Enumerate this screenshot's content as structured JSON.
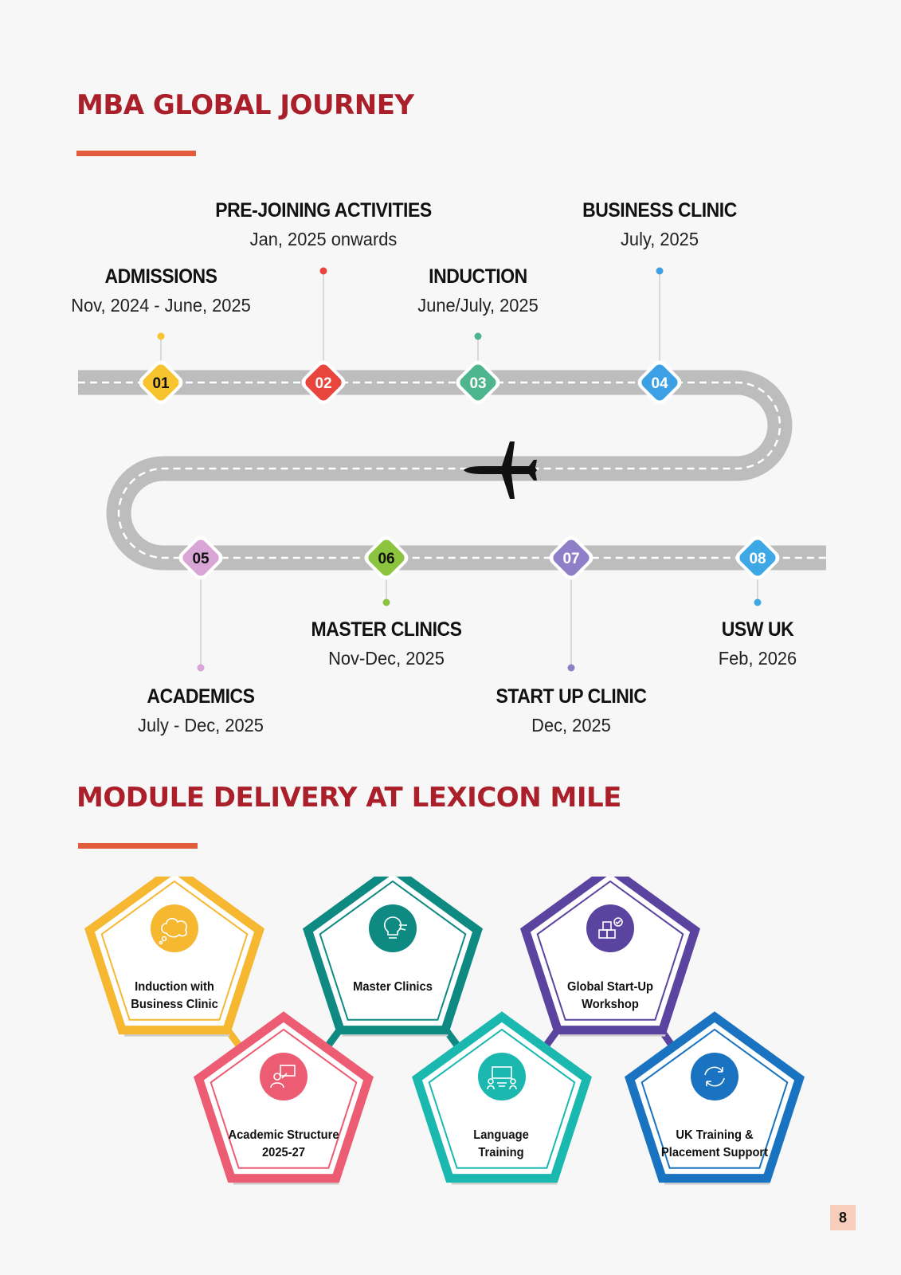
{
  "journey": {
    "title": "MBA GLOBAL JOURNEY",
    "milestones": [
      {
        "number": "01",
        "title": "ADMISSIONS",
        "date": "Nov, 2024 - June, 2025",
        "color": "#f7c32e"
      },
      {
        "number": "02",
        "title": "PRE-JOINING ACTIVITIES",
        "date": "Jan, 2025 onwards",
        "color": "#e8453c"
      },
      {
        "number": "03",
        "title": "INDUCTION",
        "date": "June/July, 2025",
        "color": "#4fb58e"
      },
      {
        "number": "04",
        "title": "BUSINESS CLINIC",
        "date": "July, 2025",
        "color": "#3ea0e4"
      },
      {
        "number": "05",
        "title": "ACADEMICS",
        "date": "July - Dec, 2025",
        "color": "#d9a4d6"
      },
      {
        "number": "06",
        "title": "MASTER CLINICS",
        "date": "Nov-Dec, 2025",
        "color": "#8cc43f"
      },
      {
        "number": "07",
        "title": "START UP CLINIC",
        "date": "Dec, 2025",
        "color": "#8f7fc8"
      },
      {
        "number": "08",
        "title": "USW UK",
        "date": "Feb, 2026",
        "color": "#3ea7e6"
      }
    ]
  },
  "modules": {
    "title": "MODULE DELIVERY AT LEXICON MILE",
    "items": [
      {
        "line1": "Induction with",
        "line2": "Business Clinic",
        "color": "#f6b731",
        "icon": "thought-bubble-icon"
      },
      {
        "line1": "Academic Structure",
        "line2": "2025-27",
        "color": "#ec5d74",
        "icon": "presenter-board-icon"
      },
      {
        "line1": "Master Clinics",
        "line2": "",
        "color": "#0e8a82",
        "icon": "lightbulb-gear-icon"
      },
      {
        "line1": "Language",
        "line2": "Training",
        "color": "#1bb8b0",
        "icon": "group-discussion-icon"
      },
      {
        "line1": "Global Start-Up",
        "line2": "Workshop",
        "color": "#5b43a0",
        "icon": "startup-blocks-icon"
      },
      {
        "line1": "UK Training &",
        "line2": "Placement Support",
        "color": "#1a73c0",
        "icon": "refresh-cycle-icon"
      }
    ]
  },
  "page_number": "8"
}
